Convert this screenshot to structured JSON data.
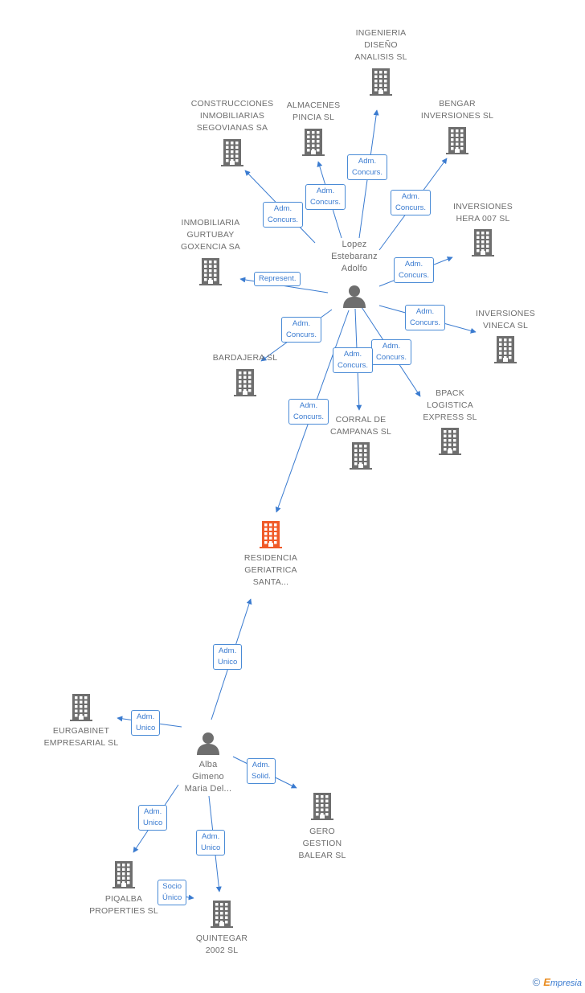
{
  "colors": {
    "edge": "#3a7bd0",
    "company": "#6e6e6e",
    "focus": "#f05a28",
    "person": "#6e6e6e"
  },
  "people": [
    {
      "id": "lopez",
      "lines": [
        "Lopez",
        "Estebaranz",
        "Adolfo"
      ]
    },
    {
      "id": "alba",
      "lines": [
        "Alba",
        "Gimeno",
        "Maria Del..."
      ]
    }
  ],
  "companies": [
    {
      "id": "ingenieria",
      "lines": [
        "INGENIERIA",
        "DISEÑO",
        "ANALISIS SL"
      ]
    },
    {
      "id": "construcciones",
      "lines": [
        "CONSTRUCCIONES",
        "INMOBILIARIAS",
        "SEGOVIANAS SA"
      ]
    },
    {
      "id": "almacenes",
      "lines": [
        "ALMACENES",
        "PINCIA SL"
      ]
    },
    {
      "id": "bengar",
      "lines": [
        "BENGAR",
        "INVERSIONES SL"
      ]
    },
    {
      "id": "hera",
      "lines": [
        "INVERSIONES",
        "HERA 007 SL"
      ]
    },
    {
      "id": "gurtubay",
      "lines": [
        "INMOBILIARIA",
        "GURTUBAY",
        "GOXENCIA SA"
      ]
    },
    {
      "id": "vineca",
      "lines": [
        "INVERSIONES",
        "VINECA SL"
      ]
    },
    {
      "id": "bardajera",
      "lines": [
        "BARDAJERA SL"
      ]
    },
    {
      "id": "bpack",
      "lines": [
        "BPACK",
        "LOGISTICA",
        "EXPRESS SL"
      ]
    },
    {
      "id": "corral",
      "lines": [
        "CORRAL DE",
        "CAMPANAS SL"
      ]
    },
    {
      "id": "residencia",
      "lines": [
        "RESIDENCIA",
        "GERIATRICA",
        "SANTA..."
      ],
      "focus": true
    },
    {
      "id": "eurgabinet",
      "lines": [
        "EURGABINET",
        "EMPRESARIAL SL"
      ]
    },
    {
      "id": "gero",
      "lines": [
        "GERO",
        "GESTION",
        "BALEAR SL"
      ]
    },
    {
      "id": "piqalba",
      "lines": [
        "PIQALBA",
        "PROPERTIES SL"
      ]
    },
    {
      "id": "quintegar",
      "lines": [
        "QUINTEGAR",
        "2002 SL"
      ]
    }
  ],
  "edges": [
    {
      "from": "lopez",
      "to": "ingenieria",
      "lines": [
        "Adm.",
        "Concurs."
      ]
    },
    {
      "from": "lopez",
      "to": "construcciones",
      "lines": [
        "Adm.",
        "Concurs."
      ]
    },
    {
      "from": "lopez",
      "to": "almacenes",
      "lines": [
        "Adm.",
        "Concurs."
      ]
    },
    {
      "from": "lopez",
      "to": "bengar",
      "lines": [
        "Adm.",
        "Concurs."
      ]
    },
    {
      "from": "lopez",
      "to": "hera",
      "lines": [
        "Adm.",
        "Concurs."
      ]
    },
    {
      "from": "lopez",
      "to": "gurtubay",
      "lines": [
        "Represent."
      ]
    },
    {
      "from": "lopez",
      "to": "vineca",
      "lines": [
        "Adm.",
        "Concurs."
      ]
    },
    {
      "from": "lopez",
      "to": "bardajera",
      "lines": [
        "Adm.",
        "Concurs."
      ]
    },
    {
      "from": "lopez",
      "to": "bpack",
      "lines": [
        "Adm.",
        "Concurs."
      ]
    },
    {
      "from": "lopez",
      "to": "corral",
      "lines": [
        "Adm.",
        "Concurs."
      ]
    },
    {
      "from": "lopez",
      "to": "residencia",
      "lines": [
        "Adm.",
        "Concurs."
      ]
    },
    {
      "from": "alba",
      "to": "residencia",
      "lines": [
        "Adm.",
        "Unico"
      ]
    },
    {
      "from": "alba",
      "to": "eurgabinet",
      "lines": [
        "Adm.",
        "Unico"
      ]
    },
    {
      "from": "alba",
      "to": "gero",
      "lines": [
        "Adm.",
        "Solid."
      ]
    },
    {
      "from": "alba",
      "to": "piqalba",
      "lines": [
        "Adm.",
        "Unico"
      ]
    },
    {
      "from": "alba",
      "to": "quintegar",
      "lines": [
        "Adm.",
        "Unico"
      ]
    },
    {
      "from": "piqalba",
      "to": "quintegar",
      "lines": [
        "Socio",
        "Único"
      ]
    }
  ],
  "brand": {
    "symbol": "©",
    "initial": "E",
    "rest": "mpresia"
  }
}
